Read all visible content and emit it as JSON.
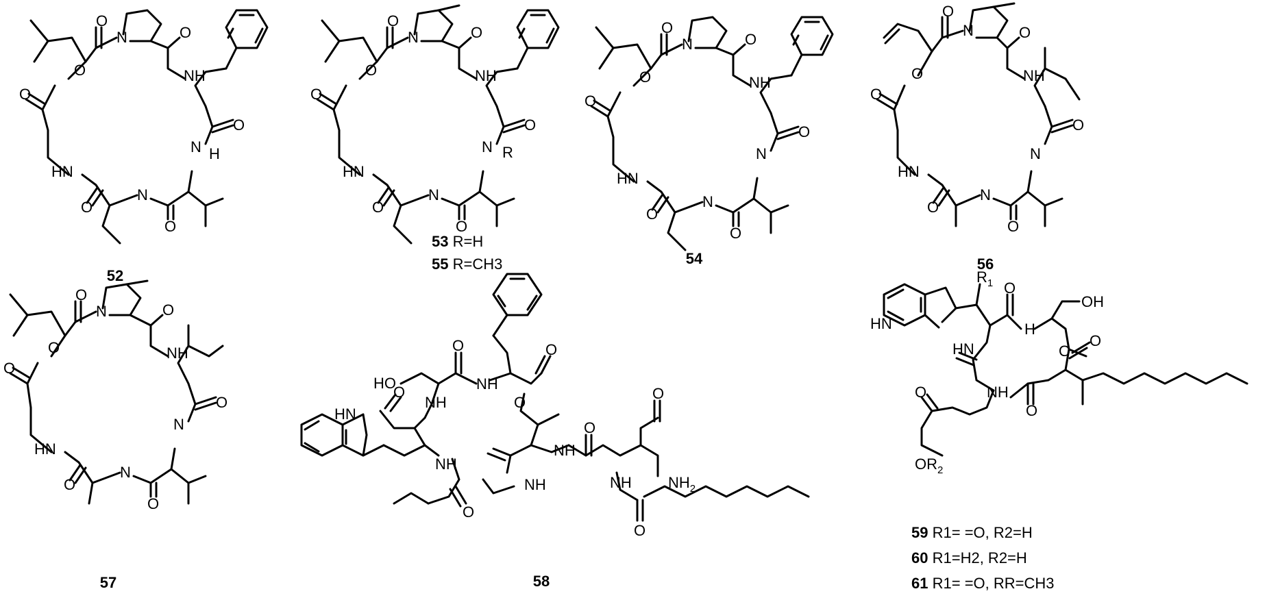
{
  "figure": {
    "compounds": [
      {
        "id": "52",
        "label": "52"
      },
      {
        "id": "53",
        "label": "53",
        "substituent": "R=H"
      },
      {
        "id": "55",
        "label": "55",
        "substituent": "R=CH3"
      },
      {
        "id": "54",
        "label": "54"
      },
      {
        "id": "56",
        "label": "56"
      },
      {
        "id": "57",
        "label": "57"
      },
      {
        "id": "58",
        "label": "58"
      },
      {
        "id": "59",
        "label": "59",
        "substituent": "R1= =O, R2=H"
      },
      {
        "id": "60",
        "label": "60",
        "substituent": "R1=H2, R2=H"
      },
      {
        "id": "61",
        "label": "61",
        "substituent": "R1= =O, RR=CH3"
      }
    ],
    "atom_labels": {
      "O": "O",
      "N": "N",
      "NH": "NH",
      "HN": "HN",
      "H": "H",
      "R": "R",
      "OH": "OH",
      "HO": "HO",
      "NH2": "NH",
      "OR2": "OR",
      "R1": "R"
    }
  }
}
